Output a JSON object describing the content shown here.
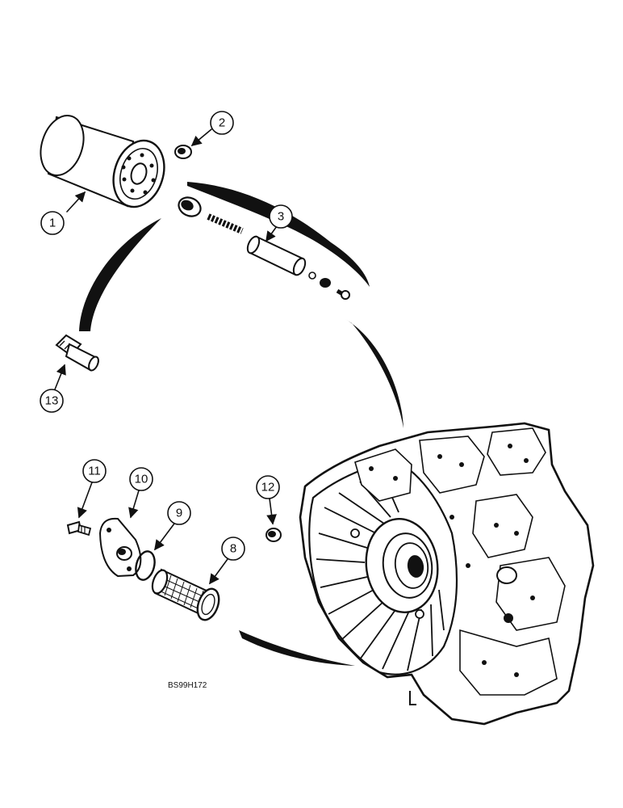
{
  "figure_code": "BS99H172",
  "callouts": [
    {
      "label": "1"
    },
    {
      "label": "2"
    },
    {
      "label": "3"
    },
    {
      "label": "8"
    },
    {
      "label": "9"
    },
    {
      "label": "10"
    },
    {
      "label": "11"
    },
    {
      "label": "12"
    },
    {
      "label": "13"
    }
  ]
}
